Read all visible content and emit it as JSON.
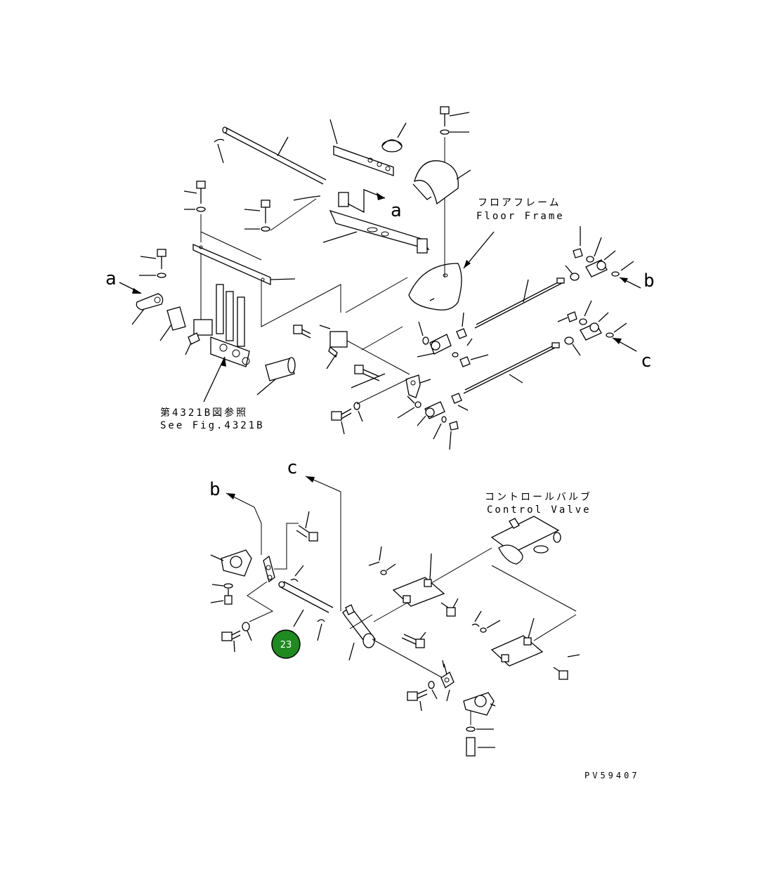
{
  "labels": {
    "floor_frame_jp": "フロアフレーム",
    "floor_frame_en": "Floor Frame",
    "see_fig_jp": "第4321B図参照",
    "see_fig_en": "See Fig.4321B",
    "control_valve_jp": "コントロールバルブ",
    "control_valve_en": "Control Valve",
    "drawing_code": "PV59407"
  },
  "refs": {
    "a_left": "a",
    "a_right": "a",
    "b_right": "b",
    "b_lower": "b",
    "c_right": "c",
    "c_lower": "c"
  },
  "callout": {
    "number": "23",
    "color": "#1f8a1f"
  }
}
